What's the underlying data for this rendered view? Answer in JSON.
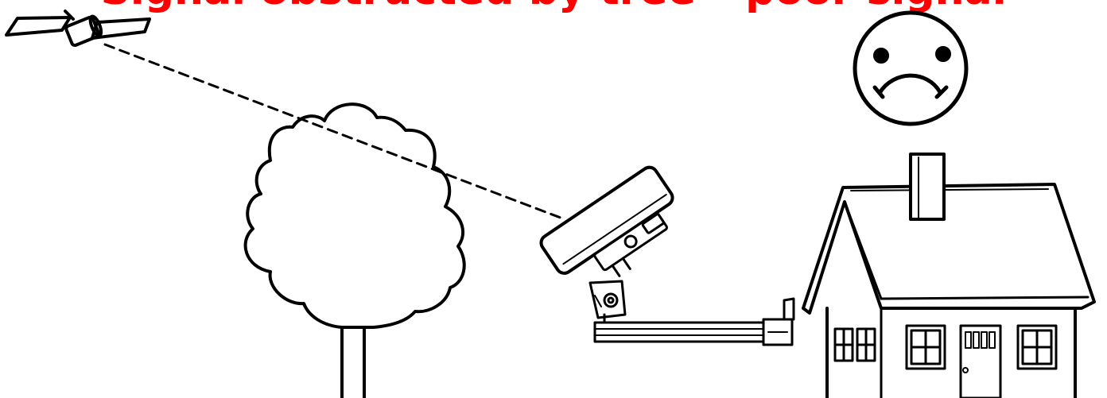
{
  "title": "Signal obstructed by tree – poor signal",
  "colors": {
    "title": "#ff0000",
    "line": "#000000",
    "background": "#ffffff"
  },
  "scene": {
    "objects": [
      "satellite",
      "signal-path",
      "tree",
      "satellite-dish",
      "mounting-arm",
      "house",
      "sad-face"
    ],
    "signal_path_style": "dashed",
    "face_expression": "sad"
  }
}
